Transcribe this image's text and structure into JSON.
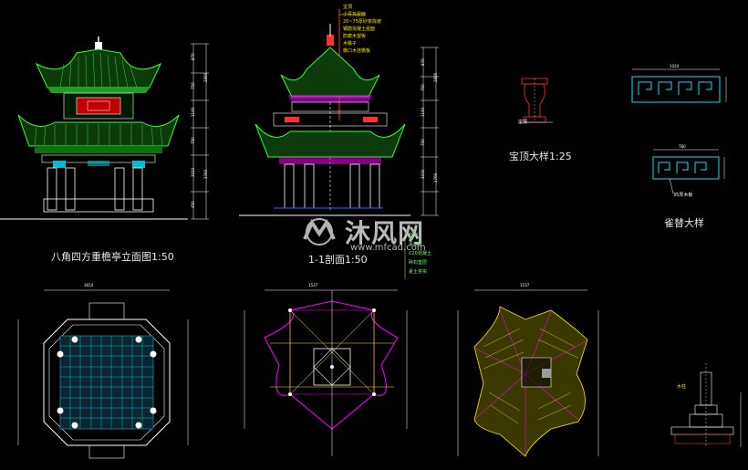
{
  "captions": {
    "elevation": "八角四方重檐亭立面图1:50",
    "section": "1-1剖面1:50",
    "finial": "宝顶大样1:25",
    "lattice": "雀替大样"
  },
  "watermark": {
    "title": "沐风网",
    "url": "www.mfcad.com"
  },
  "section_notes": [
    "宝顶",
    "小青瓦屋面",
    "20~75厚砂浆找坡",
    "钢筋混凝土屋面",
    "防腐木望板",
    "木椽子",
    "檐口木挂檐板"
  ],
  "lower_notes": [
    "柱础",
    "青石板",
    "C20混凝土",
    "碎石垫层",
    "素土夯实"
  ],
  "finial_label": "宝顶",
  "lattice_label": "35厚木板",
  "column_label": "木柱",
  "colors": {
    "bg": "#000000",
    "roof": "#00ff00",
    "dim": "#ffffff",
    "accent": "#ff0000",
    "pink": "#ff00ff",
    "yellow": "#ffff00",
    "cyan": "#00ffff"
  }
}
